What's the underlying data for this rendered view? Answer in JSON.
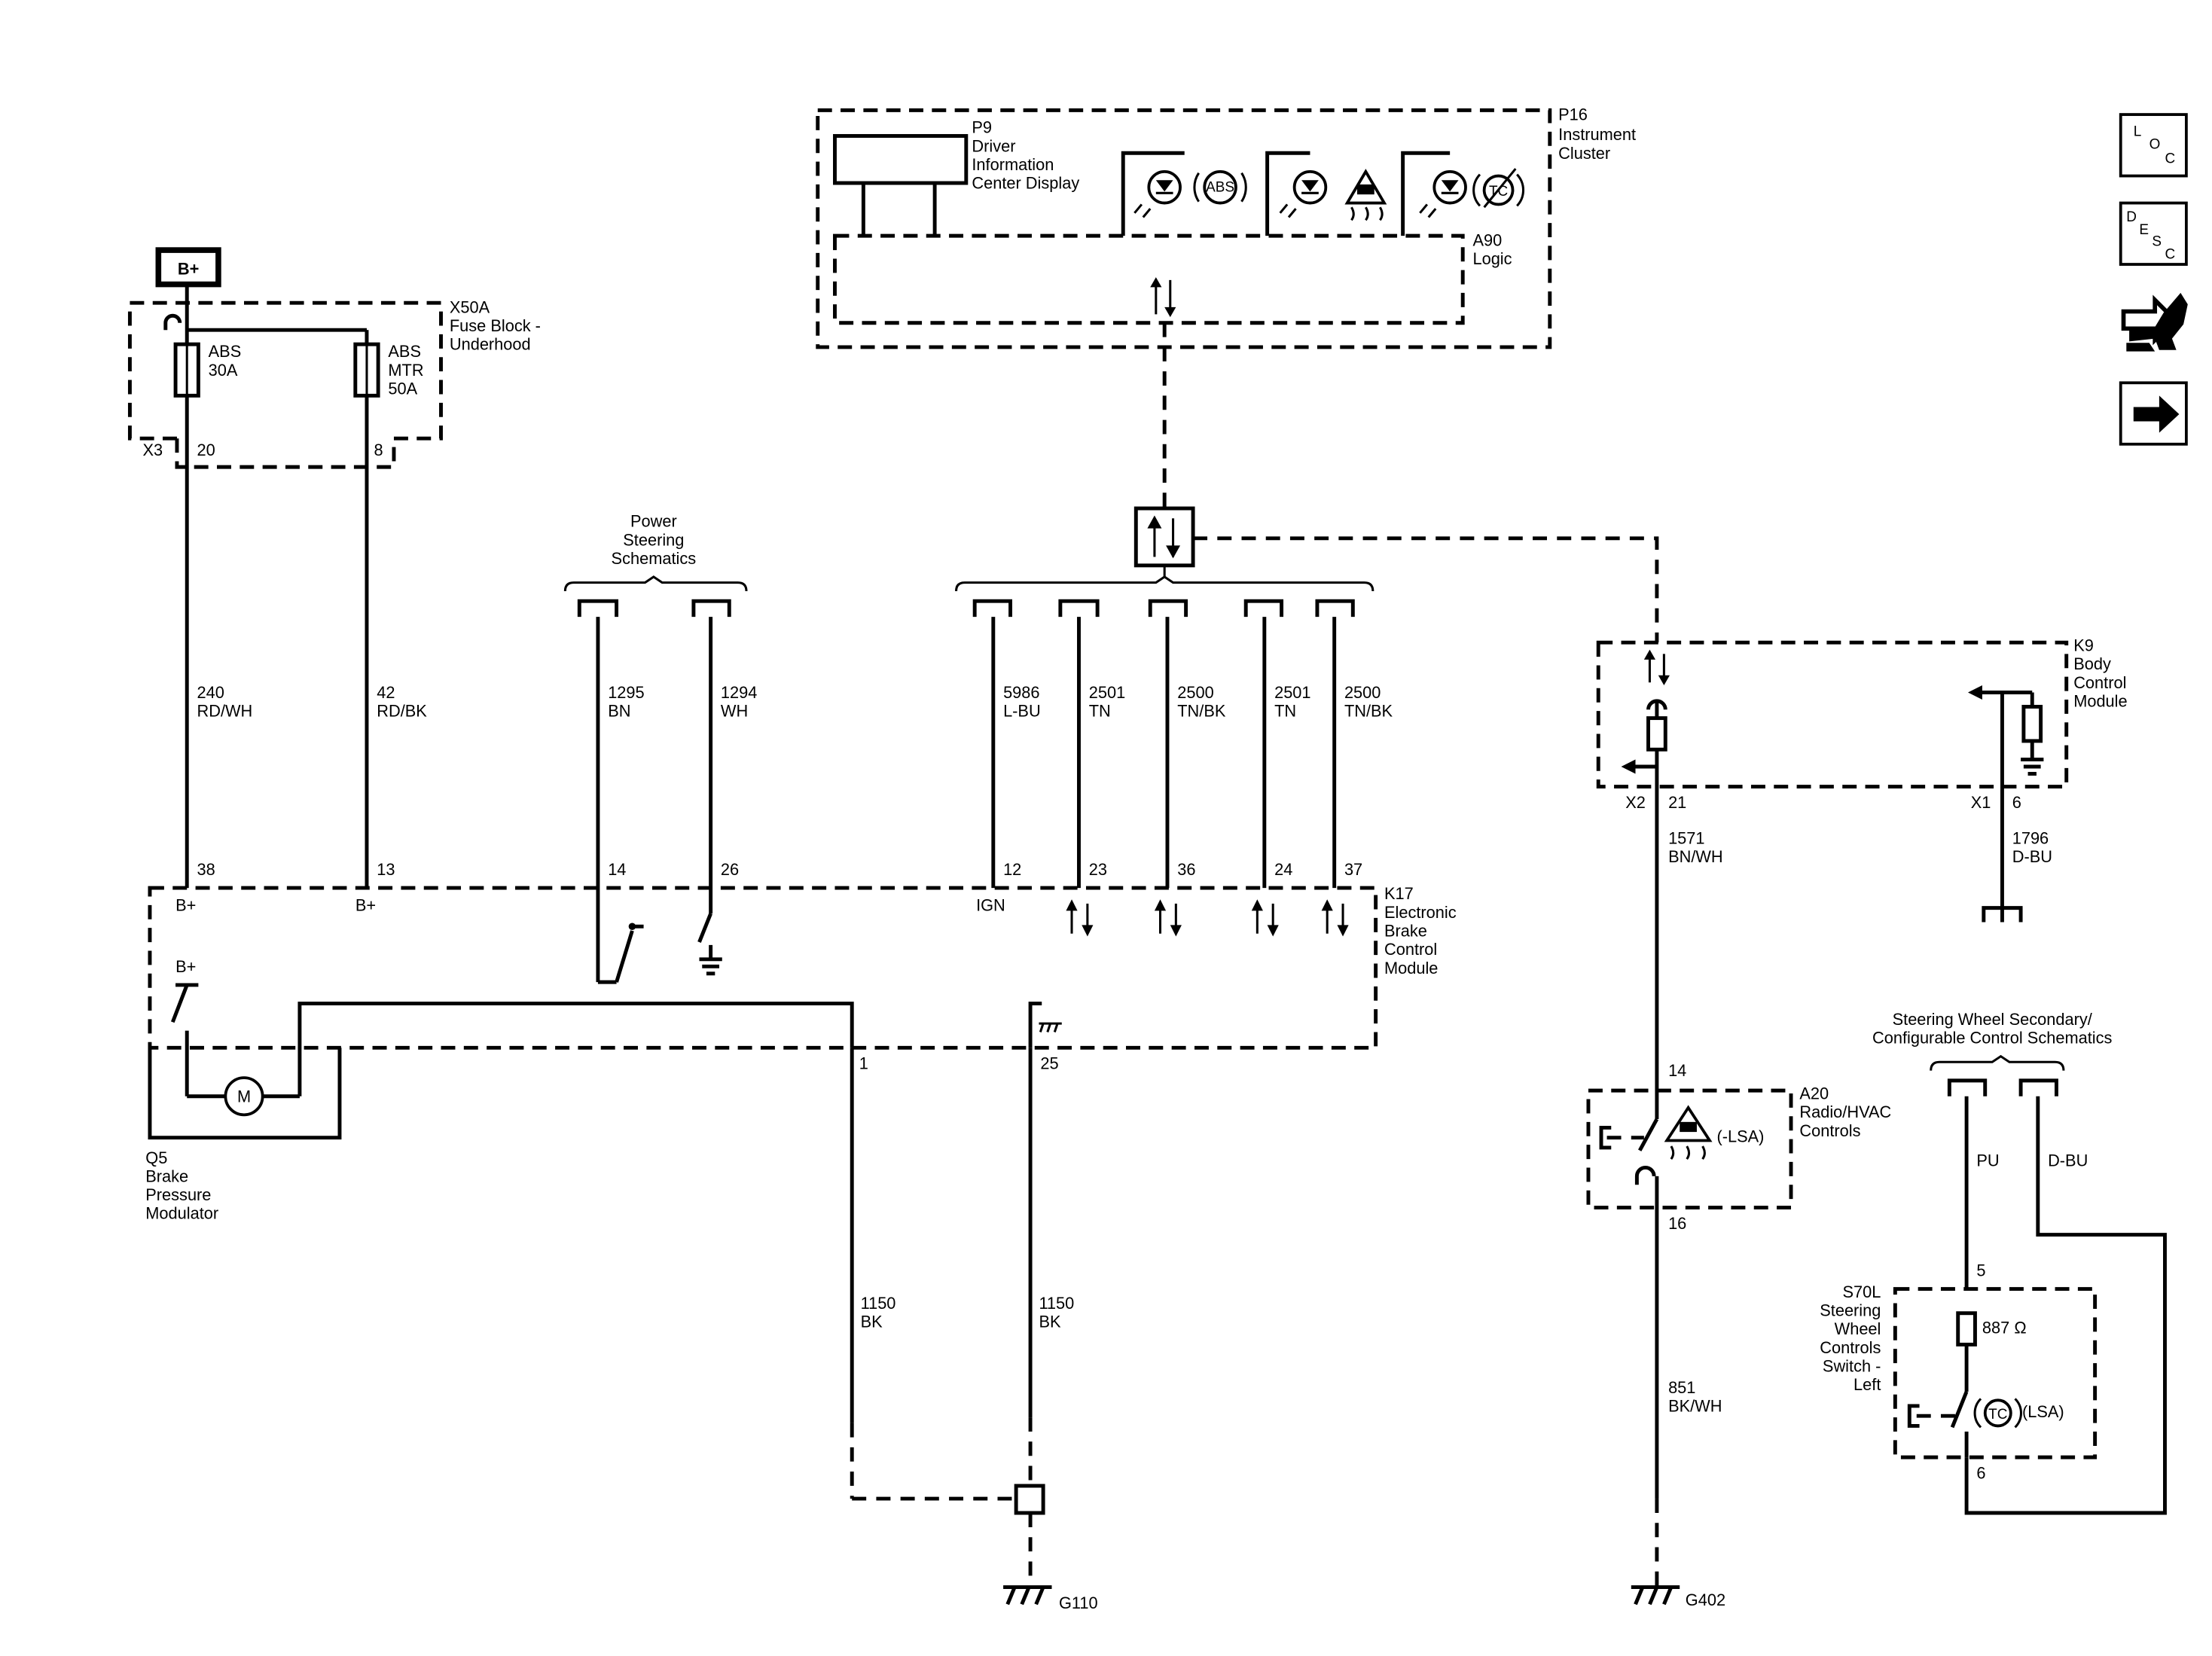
{
  "components": {
    "p16": {
      "id": "P16",
      "name": [
        "Instrument",
        "Cluster"
      ]
    },
    "p9": {
      "id": "P9",
      "name": [
        "Driver",
        "Information",
        "Center Display"
      ]
    },
    "a90": {
      "id": "A90",
      "name": [
        "Logic"
      ]
    },
    "x50a": {
      "id": "X50A",
      "name": [
        "Fuse Block -",
        "Underhood"
      ]
    },
    "k17": {
      "id": "K17",
      "name": [
        "Electronic",
        "Brake",
        "Control",
        "Module"
      ]
    },
    "k9": {
      "id": "K9",
      "name": [
        "Body",
        "Control",
        "Module"
      ]
    },
    "q5": {
      "id": "Q5",
      "name": [
        "Brake",
        "Pressure",
        "Modulator"
      ]
    },
    "a20": {
      "id": "A20",
      "name": [
        "Radio/HVAC",
        "Controls"
      ]
    },
    "s70l": {
      "id": "S70L",
      "name": [
        "Steering",
        "Wheel",
        "Controls",
        "Switch -",
        "Left"
      ]
    }
  },
  "power": {
    "label": "B+"
  },
  "fuses": [
    {
      "lines": [
        "ABS",
        "30A"
      ]
    },
    {
      "lines": [
        "ABS",
        "MTR",
        "50A"
      ]
    }
  ],
  "connectors": {
    "x3": "X3",
    "x2": "X2",
    "x1": "X1"
  },
  "pins": {
    "x3_20": "20",
    "x3_8": "8",
    "k17_38": "38",
    "k17_13": "13",
    "k17_14": "14",
    "k17_26": "26",
    "k17_12": "12",
    "k17_23": "23",
    "k17_36": "36",
    "k17_24": "24",
    "k17_37": "37",
    "k17_1": "1",
    "k17_25": "25",
    "k9_21": "21",
    "k9_6": "6",
    "a20_14": "14",
    "a20_16": "16",
    "s70_5": "5",
    "s70_6": "6"
  },
  "wires": [
    {
      "circuit": "240",
      "color": "RD/WH"
    },
    {
      "circuit": "42",
      "color": "RD/BK"
    },
    {
      "circuit": "1295",
      "color": "BN"
    },
    {
      "circuit": "1294",
      "color": "WH"
    },
    {
      "circuit": "5986",
      "color": "L-BU"
    },
    {
      "circuit": "2501",
      "color": "TN"
    },
    {
      "circuit": "2500",
      "color": "TN/BK"
    },
    {
      "circuit": "2501",
      "color": "TN"
    },
    {
      "circuit": "2500",
      "color": "TN/BK"
    },
    {
      "circuit": "1571",
      "color": "BN/WH"
    },
    {
      "circuit": "1796",
      "color": "D-BU"
    },
    {
      "circuit": "1150",
      "color": "BK"
    },
    {
      "circuit": "1150",
      "color": "BK"
    },
    {
      "circuit": "851",
      "color": "BK/WH"
    },
    {
      "circuit": "",
      "color": "PU"
    },
    {
      "circuit": "",
      "color": "D-BU"
    }
  ],
  "labels": {
    "b_plus": "B+",
    "ign": "IGN",
    "motor": "M",
    "abs_icon": "ABS",
    "tc_icon": "TC",
    "lsa_neg": "(-LSA)",
    "lsa": "(LSA)",
    "resistor": "887 Ω"
  },
  "references": {
    "power_steering": [
      "Power",
      "Steering",
      "Schematics"
    ],
    "steering_wheel": [
      "Steering Wheel Secondary/",
      "Configurable Control Schematics"
    ]
  },
  "grounds": {
    "g110": "G110",
    "g402": "G402"
  },
  "side_icons": [
    {
      "name": "loc",
      "letters": [
        "L",
        "O",
        "C"
      ]
    },
    {
      "name": "desc",
      "letters": [
        "D",
        "E",
        "S",
        "C"
      ]
    }
  ]
}
